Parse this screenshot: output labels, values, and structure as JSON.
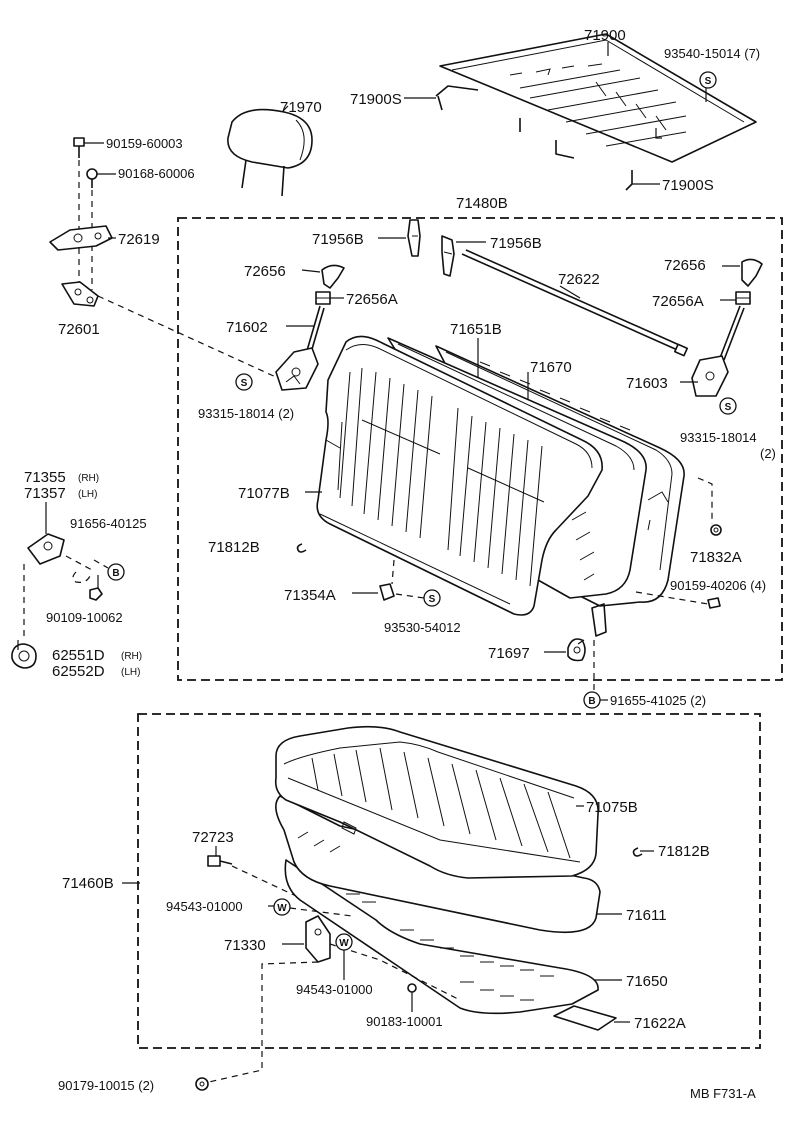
{
  "labels": {
    "p71900": "71900",
    "p93540": "93540-15014 (7)",
    "p71900S_a": "71900S",
    "p71900S_b": "71900S",
    "p71970": "71970",
    "p90159a": "90159-60003",
    "p90168": "90168-60006",
    "p71480B": "71480B",
    "p72619": "72619",
    "p72601": "72601",
    "p71956B_a": "71956B",
    "p71956B_b": "71956B",
    "p72656_a": "72656",
    "p72656_b": "72656",
    "p72656A_a": "72656A",
    "p72656A_b": "72656A",
    "p72622": "72622",
    "p71602": "71602",
    "p71651B": "71651B",
    "p71670": "71670",
    "p71603": "71603",
    "p93315_a": "93315-18014 (2)",
    "p93315_b": "93315-18014",
    "p93315_b2": "(2)",
    "p71355": "71355",
    "p71355s": "(RH)",
    "p71357": "71357",
    "p71357s": "(LH)",
    "p71077B": "71077B",
    "p91656": "91656-40125",
    "p71812B_a": "71812B",
    "p71832A": "71832A",
    "p90159b": "90159-40206 (4)",
    "p90109": "90109-10062",
    "p71354A": "71354A",
    "p93530": "93530-54012",
    "p71697": "71697",
    "p62551D": "62551D",
    "p62551Ds": "(RH)",
    "p62552D": "62552D",
    "p62552Ds": "(LH)",
    "p91655": "91655-41025 (2)",
    "p71075B": "71075B",
    "p72723": "72723",
    "p71812B_b": "71812B",
    "p71460B": "71460B",
    "p94543_a": "94543-01000",
    "p71611": "71611",
    "p71330": "71330",
    "p94543_b": "94543-01000",
    "p71650": "71650",
    "p90183": "90183-10001",
    "p71622A": "71622A",
    "p90179": "90179-10015 (2)",
    "footer": "MB  F731-A"
  },
  "symbols": {
    "s": "S",
    "b": "B",
    "w": "W"
  }
}
